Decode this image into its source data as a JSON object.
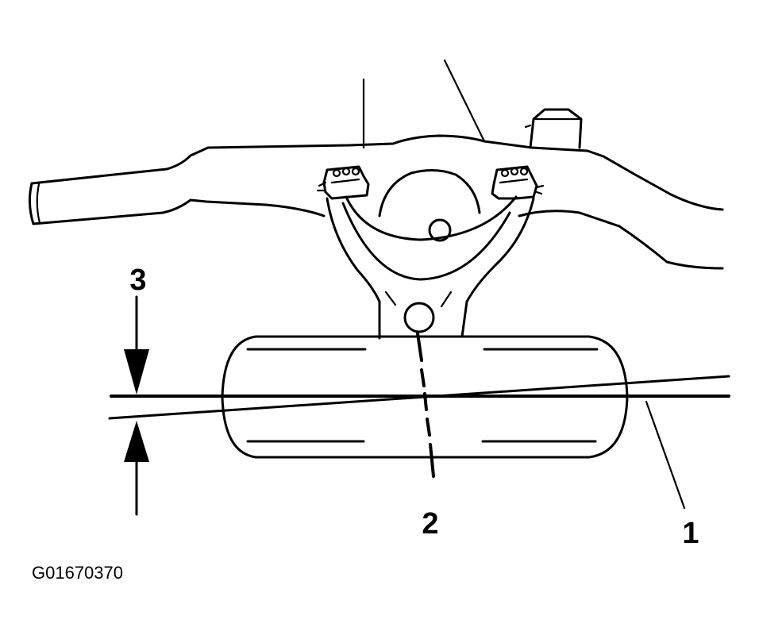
{
  "diagram": {
    "callouts": {
      "one": "1",
      "two": "2",
      "three": "3"
    },
    "figure_id": "G01670370",
    "colors": {
      "ink": "#000000",
      "paper": "#ffffff"
    }
  }
}
